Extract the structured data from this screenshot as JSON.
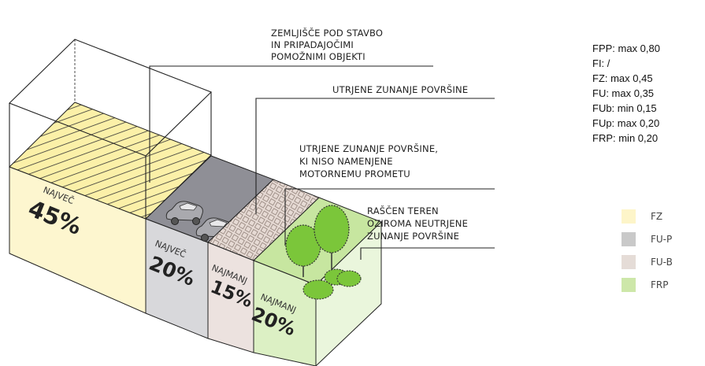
{
  "labels": {
    "land_lines": [
      "ZEMLJIŠČE POD STAVBO",
      "IN PRIPADAJOČIMI",
      "POMOŽNIMI OBJEKTI"
    ],
    "paved": "UTRJENE ZUNANJE POVRŠINE",
    "paved_nontraffic_lines": [
      "UTRJENE ZUNANJE POVRŠINE,",
      "KI NISO NAMENJENE",
      "MOTORNEMU PROMETU"
    ],
    "green_lines": [
      "RAŠČEN TEREN",
      "OZIROMA NEUTRJENE",
      "ZUNANJE POVRŠINE"
    ]
  },
  "blocks": [
    {
      "key": "FZ",
      "qualifier": "NAJVEČ",
      "value": "45%",
      "color": "#fdf6cf"
    },
    {
      "key": "FU-P",
      "qualifier": "NAJVEČ",
      "value": "20%",
      "color": "#cdcdd0"
    },
    {
      "key": "FU-B",
      "qualifier": "NAJMANJ",
      "value": "15%",
      "color": "#ece2df"
    },
    {
      "key": "FRP",
      "qualifier": "NAJMANJ",
      "value": "20%",
      "color": "#dcf0c4"
    }
  ],
  "params": [
    "FPP: max 0,80",
    "FI: /",
    "FZ: max 0,45",
    "FU: max 0,35",
    "FUb: min 0,15",
    "FUp: max 0,20",
    "FRP: min 0,20"
  ],
  "legend": [
    {
      "label": "FZ",
      "color": "#fdf3c0"
    },
    {
      "label": "FU-P",
      "color": "#bfbfbf"
    },
    {
      "label": "FU-B",
      "color": "#e1d6d0"
    },
    {
      "label": "FRP",
      "color": "#c4e39a"
    }
  ]
}
